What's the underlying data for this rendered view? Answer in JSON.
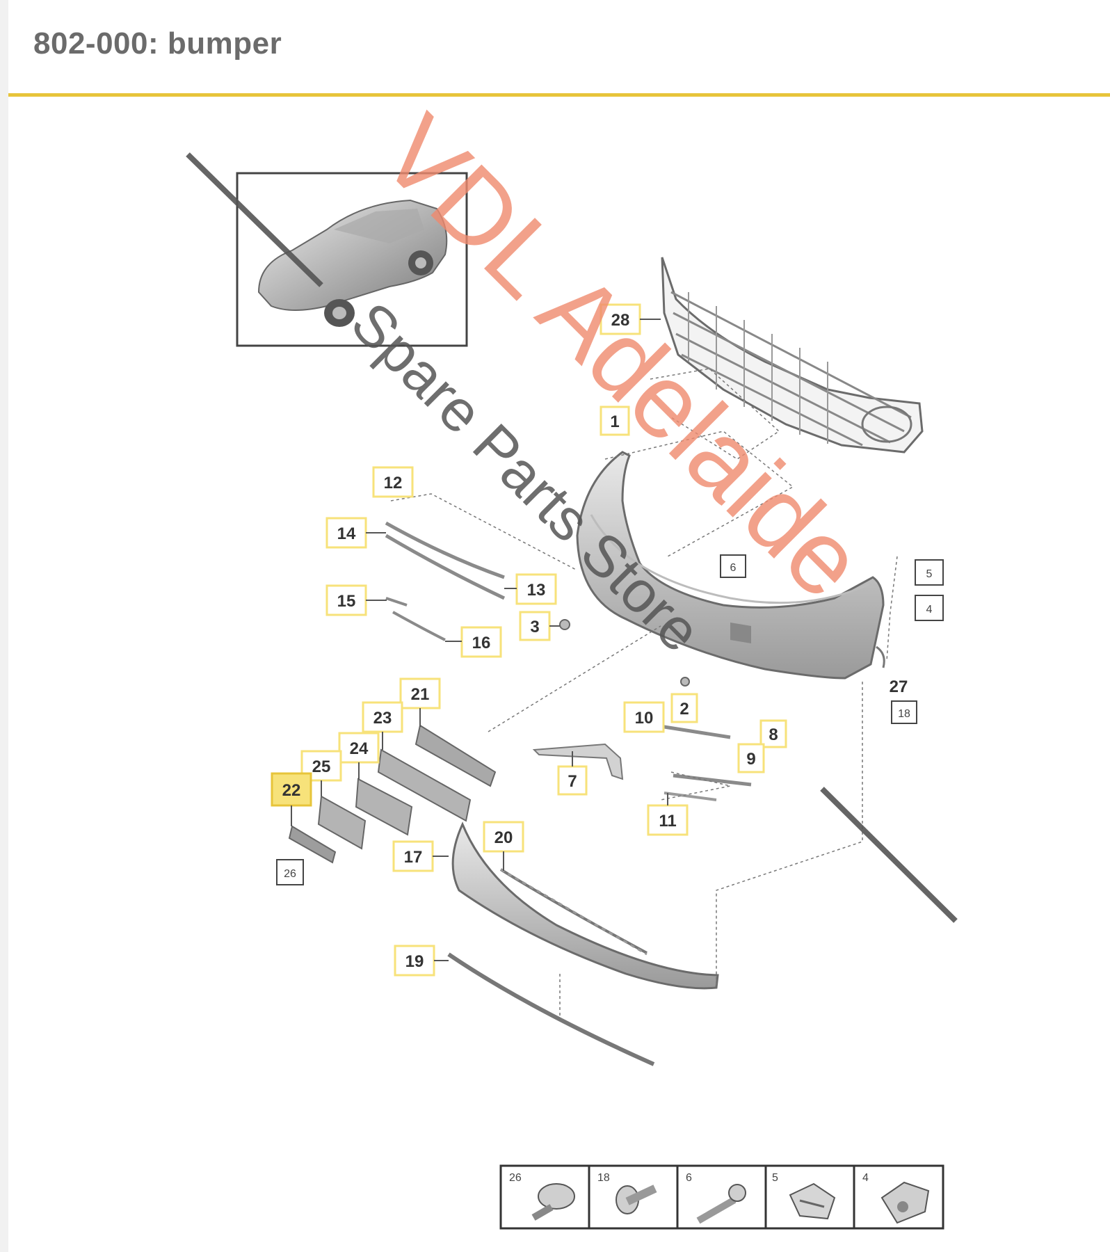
{
  "header": {
    "title": "802-000: bumper"
  },
  "colors": {
    "accent_rule": "#e7c43a",
    "highlight": "#f7e27a",
    "watermark_primary": "#f08a6e",
    "watermark_secondary": "#555555"
  },
  "diagram": {
    "overview_icon": "car-overview-thumbnail",
    "callouts": [
      {
        "id": "28",
        "label": "28"
      },
      {
        "id": "1",
        "label": "1"
      },
      {
        "id": "12",
        "label": "12"
      },
      {
        "id": "14",
        "label": "14"
      },
      {
        "id": "13",
        "label": "13"
      },
      {
        "id": "15",
        "label": "15"
      },
      {
        "id": "16",
        "label": "16"
      },
      {
        "id": "3",
        "label": "3"
      },
      {
        "id": "6",
        "label": "6"
      },
      {
        "id": "5",
        "label": "5"
      },
      {
        "id": "4",
        "label": "4"
      },
      {
        "id": "27",
        "label": "27"
      },
      {
        "id": "18",
        "label": "18"
      },
      {
        "id": "2",
        "label": "2"
      },
      {
        "id": "10",
        "label": "10"
      },
      {
        "id": "8",
        "label": "8"
      },
      {
        "id": "9",
        "label": "9"
      },
      {
        "id": "7",
        "label": "7"
      },
      {
        "id": "11",
        "label": "11"
      },
      {
        "id": "21",
        "label": "21"
      },
      {
        "id": "23",
        "label": "23"
      },
      {
        "id": "24",
        "label": "24"
      },
      {
        "id": "25",
        "label": "25"
      },
      {
        "id": "22",
        "label": "22",
        "highlighted": true
      },
      {
        "id": "26",
        "label": "26"
      },
      {
        "id": "20",
        "label": "20"
      },
      {
        "id": "17",
        "label": "17"
      },
      {
        "id": "19",
        "label": "19"
      }
    ],
    "fastener_legend": [
      {
        "label": "26",
        "icon": "expanding-rivet-icon"
      },
      {
        "label": "18",
        "icon": "screw-icon"
      },
      {
        "label": "6",
        "icon": "bolt-icon"
      },
      {
        "label": "5",
        "icon": "spring-clip-icon"
      },
      {
        "label": "4",
        "icon": "clip-nut-icon"
      }
    ]
  },
  "watermark": {
    "line1": "VDL Adelaide",
    "line2": "Spare Parts Store"
  }
}
